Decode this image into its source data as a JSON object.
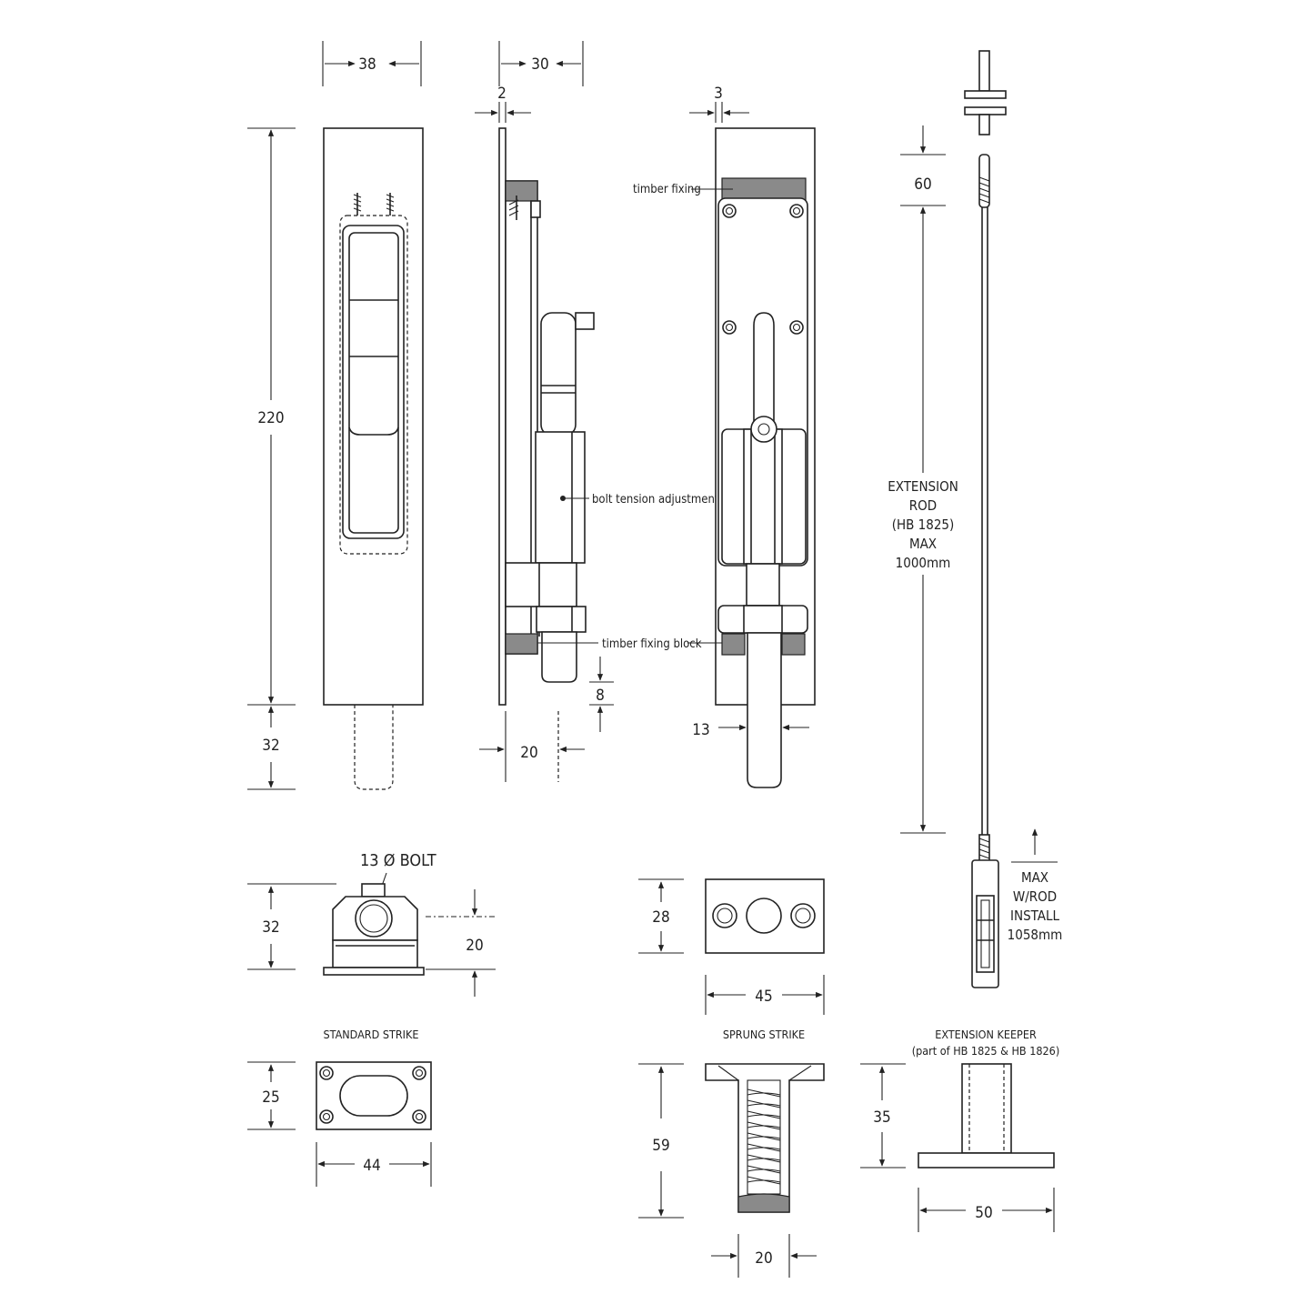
{
  "dimensions": {
    "top_width": "38",
    "side_depth": "30",
    "plate_thickness": "2",
    "face_thickness": "3",
    "height_220": "220",
    "bolt_throw": "32",
    "gap_8": "8",
    "side_20": "20",
    "bolt_13": "13",
    "rod_60": "60",
    "bolt_section_32": "32",
    "bolt_section_20": "20",
    "keeper_28": "28",
    "keeper_45": "45",
    "std_strike_25": "25",
    "std_strike_44": "44",
    "sprung_59": "59",
    "sprung_20": "20",
    "ext_keeper_35": "35",
    "ext_keeper_50": "50"
  },
  "labels": {
    "timber_fixing": "timber fixing",
    "bolt_tension": "bolt tension adjustment",
    "timber_fixing_block": "timber fixing block",
    "bolt_diameter": "13 Ø  BOLT",
    "extension_rod": [
      "EXTENSION",
      "ROD",
      "(HB 1825)",
      "MAX",
      "1000mm"
    ],
    "max_install": [
      "MAX",
      "W/ROD",
      "INSTALL",
      "1058mm"
    ],
    "standard_strike": "STANDARD STRIKE",
    "sprung_strike": "SPRUNG STRIKE",
    "extension_keeper": "EXTENSION KEEPER",
    "extension_keeper_sub": "(part of HB 1825 & HB 1826)"
  }
}
